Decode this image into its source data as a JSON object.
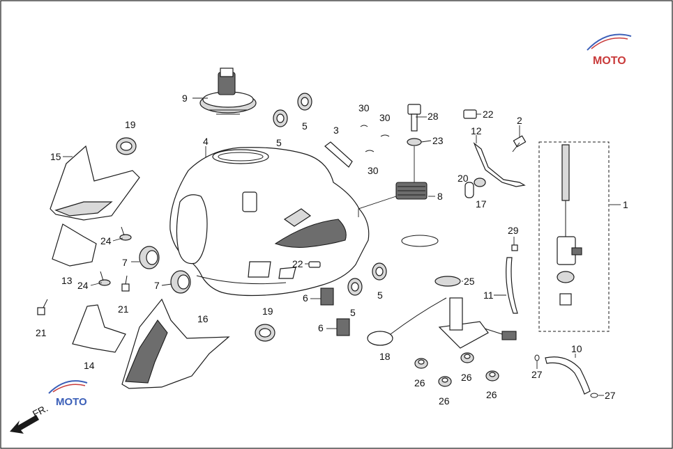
{
  "diagram": {
    "front_label": "FR.",
    "watermark_text": "MOTO",
    "watermark_colors": {
      "blue": "#3b5fb8",
      "red": "#c93b3b"
    },
    "callouts": [
      {
        "id": "c1",
        "text": "1"
      },
      {
        "id": "c2",
        "text": "2"
      },
      {
        "id": "c3",
        "text": "3"
      },
      {
        "id": "c4",
        "text": "4"
      },
      {
        "id": "c5a",
        "text": "5"
      },
      {
        "id": "c5b",
        "text": "5"
      },
      {
        "id": "c5c",
        "text": "5"
      },
      {
        "id": "c5d",
        "text": "5"
      },
      {
        "id": "c6a",
        "text": "6"
      },
      {
        "id": "c6b",
        "text": "6"
      },
      {
        "id": "c7a",
        "text": "7"
      },
      {
        "id": "c7b",
        "text": "7"
      },
      {
        "id": "c8",
        "text": "8"
      },
      {
        "id": "c9",
        "text": "9"
      },
      {
        "id": "c10",
        "text": "10"
      },
      {
        "id": "c11",
        "text": "11"
      },
      {
        "id": "c12",
        "text": "12"
      },
      {
        "id": "c13",
        "text": "13"
      },
      {
        "id": "c14",
        "text": "14"
      },
      {
        "id": "c15",
        "text": "15"
      },
      {
        "id": "c16",
        "text": "16"
      },
      {
        "id": "c17",
        "text": "17"
      },
      {
        "id": "c18",
        "text": "18"
      },
      {
        "id": "c19a",
        "text": "19"
      },
      {
        "id": "c19b",
        "text": "19"
      },
      {
        "id": "c20",
        "text": "20"
      },
      {
        "id": "c21a",
        "text": "21"
      },
      {
        "id": "c21b",
        "text": "21"
      },
      {
        "id": "c22a",
        "text": "22"
      },
      {
        "id": "c22b",
        "text": "22"
      },
      {
        "id": "c23",
        "text": "23"
      },
      {
        "id": "c24a",
        "text": "24"
      },
      {
        "id": "c24b",
        "text": "24"
      },
      {
        "id": "c25",
        "text": "25"
      },
      {
        "id": "c26a",
        "text": "26"
      },
      {
        "id": "c26b",
        "text": "26"
      },
      {
        "id": "c26c",
        "text": "26"
      },
      {
        "id": "c26d",
        "text": "26"
      },
      {
        "id": "c27a",
        "text": "27"
      },
      {
        "id": "c27b",
        "text": "27"
      },
      {
        "id": "c28",
        "text": "28"
      },
      {
        "id": "c29",
        "text": "29"
      },
      {
        "id": "c30a",
        "text": "30"
      },
      {
        "id": "c30b",
        "text": "30"
      },
      {
        "id": "c30c",
        "text": "30"
      }
    ]
  }
}
